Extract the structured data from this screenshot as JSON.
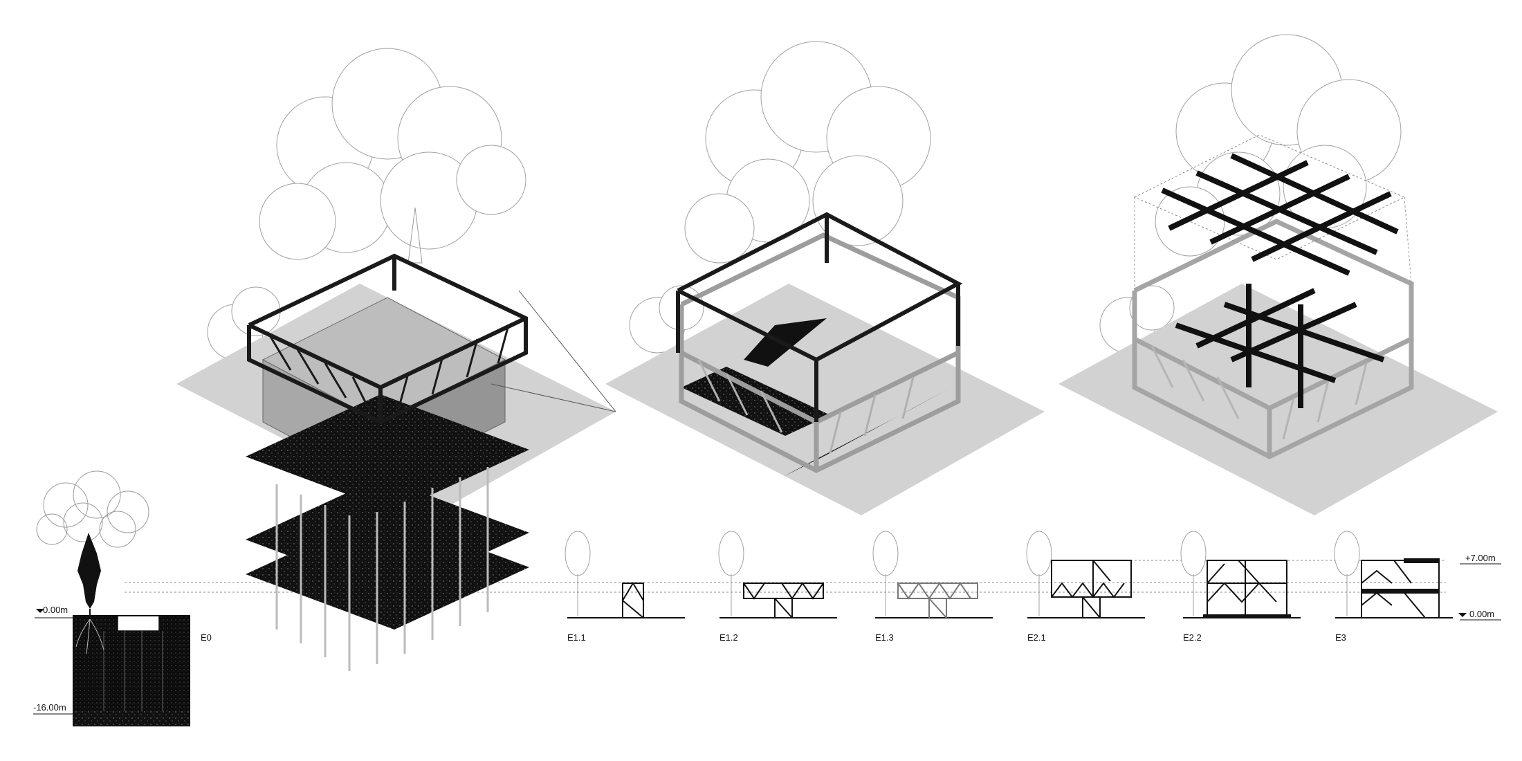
{
  "level_markers": {
    "ground_left": "0.00m",
    "depth_left": "-16.00m",
    "top_right": "+7.00m",
    "ground_right": "0.00m"
  },
  "stages": [
    {
      "id": "e0",
      "label": "E0"
    },
    {
      "id": "e1-1",
      "label": "E1.1"
    },
    {
      "id": "e1-2",
      "label": "E1.2"
    },
    {
      "id": "e1-3",
      "label": "E1.3"
    },
    {
      "id": "e2-1",
      "label": "E2.1"
    },
    {
      "id": "e2-2",
      "label": "E2.2"
    },
    {
      "id": "e3",
      "label": "E3"
    }
  ],
  "colors": {
    "ink": "#111111",
    "soil": "#0c0c0c",
    "ground_plane": "#d2d2d2",
    "foliage_stroke": "#9a9a9a",
    "guide_line": "#8a8a8a"
  }
}
